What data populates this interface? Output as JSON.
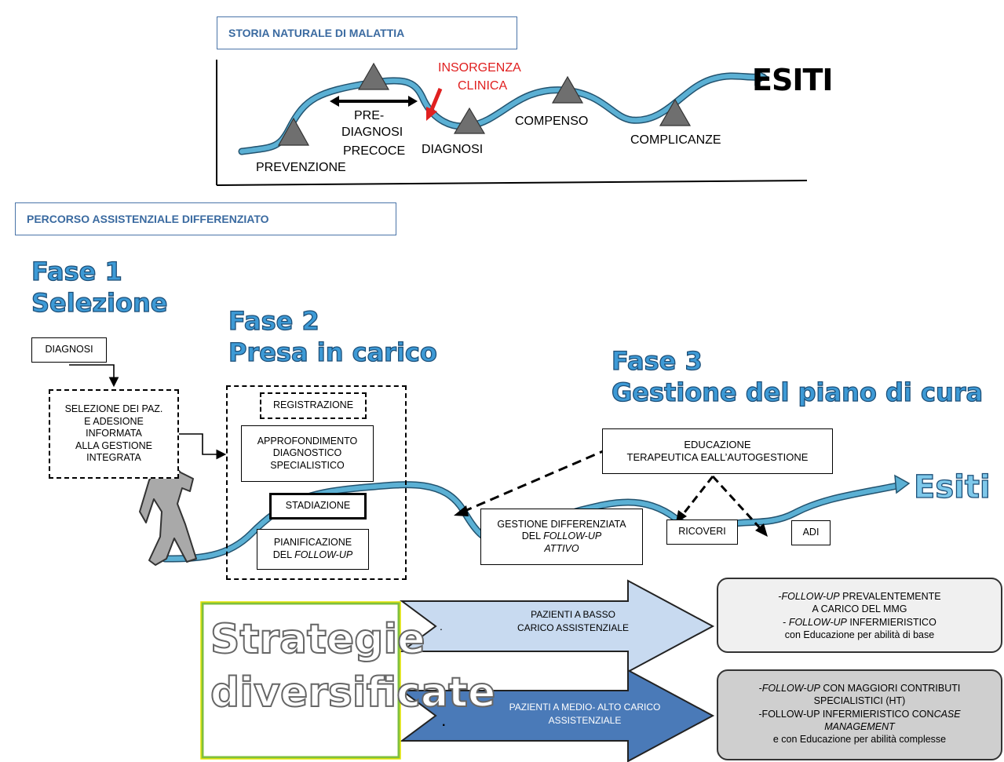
{
  "top": {
    "header": "STORIA NATURALE DI MALATTIA",
    "stages": {
      "prevenzione": "PREVENZIONE",
      "pre_line1": "PRE-",
      "pre_line2": "DIAGNOSI",
      "pre_line3": "PRECOCE",
      "insorgenza_line1": "INSORGENZA",
      "insorgenza_line2": "CLINICA",
      "diagnosi": "DIAGNOSI",
      "compenso": "COMPENSO",
      "complicanze": "COMPLICANZE",
      "esiti": "ESITI"
    }
  },
  "bottom": {
    "header": "PERCORSO ASSISTENZIALE DIFFERENZIATO",
    "fase1": {
      "line1": "Fase 1",
      "line2": "Selezione"
    },
    "fase2": {
      "line1": "Fase 2",
      "line2": "Presa in carico"
    },
    "fase3": {
      "line1": "Fase 3",
      "line2": "Gestione del piano di cura"
    },
    "esiti": "Esiti",
    "diagnosi_box": "DIAGNOSI",
    "selezione_box": [
      "SELEZIONE DEI PAZ.",
      "E ADESIONE",
      "INFORMATA",
      "ALLA GESTIONE",
      "INTEGRATA"
    ],
    "registrazione": "REGISTRAZIONE",
    "approfondimento": [
      "APPROFONDIMENTO",
      "DIAGNOSTICO",
      "SPECIALISTICO"
    ],
    "stadiazione": "STADIAZIONE",
    "pianificazione": {
      "line1": "PIANIFICAZIONE",
      "line2a": "DEL ",
      "line2b": "FOLLOW-UP"
    },
    "gestione": {
      "line1": "GESTIONE DIFFERENZIATA",
      "line2a": "DEL ",
      "line2b": "FOLLOW-UP",
      "line3": "ATTIVO"
    },
    "educazione": {
      "line1": "EDUCAZIONE",
      "line2": "TERAPEUTICA EALL’AUTOGESTIONE"
    },
    "ricoveri": "RICOVERI",
    "adi": "ADI"
  },
  "strategie": {
    "title_line1": "Strategie",
    "title_line2": "diversificate",
    "arrow_low": {
      "line1": "PAZIENTI A BASSO",
      "line2": "CARICO ASSISTENZIALE",
      "dot": "."
    },
    "arrow_high": {
      "line1": "PAZIENTI A MEDIO- ALTO CARICO",
      "line2": "ASSISTENZIALE",
      "dot": "."
    },
    "box_low": {
      "l1a": "-",
      "l1b": "FOLLOW-UP",
      "l1c": " PREVALENTEMENTE",
      "l2": "A CARICO DEL MMG",
      "l3a": "- ",
      "l3b": "FOLLOW-UP",
      "l3c": " INFERMIERISTICO",
      "l4": "con Educazione per abilità di base"
    },
    "box_high": {
      "l1a": "-",
      "l1b": "FOLLOW-UP",
      "l1c": " CON MAGGIORI CONTRIBUTI",
      "l2": "SPECIALISTICI (HT)",
      "l3a": "-FOLLOW-UP INFERMIERISTICO CON",
      "l3b": "CASE",
      "l4": "MANAGEMENT",
      "l5": "e con Educazione per abilità complesse"
    }
  },
  "colors": {
    "accent": "#3d9ad6",
    "header_border": "#4a74a8",
    "insorgenza": "#e02020",
    "low_arrow": "#c8daf0",
    "high_arrow": "#4a7ab8"
  }
}
